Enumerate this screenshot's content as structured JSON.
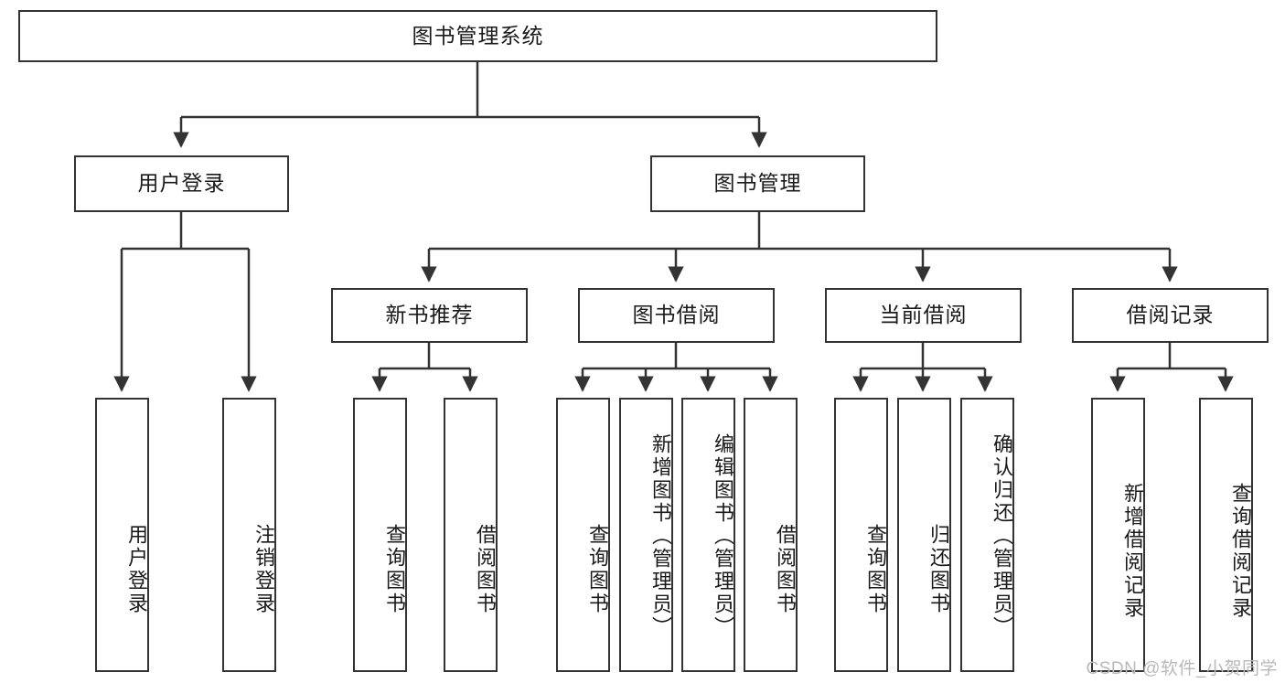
{
  "diagram": {
    "title": "图书管理系统",
    "type": "hierarchy-tree",
    "background_color": "#ffffff",
    "border_color": "#333333",
    "text_color": "#1a1a1a",
    "watermark": "CSDN @软件_小贺同学",
    "nodes": {
      "root": {
        "label": "图书管理系统"
      },
      "level2": [
        {
          "id": "user-login",
          "label": "用户登录"
        },
        {
          "id": "book-manage",
          "label": "图书管理"
        }
      ],
      "level3": [
        {
          "id": "new-book-recommend",
          "label": "新书推荐"
        },
        {
          "id": "book-borrow",
          "label": "图书借阅"
        },
        {
          "id": "current-borrow",
          "label": "当前借阅"
        },
        {
          "id": "borrow-record",
          "label": "借阅记录"
        }
      ],
      "leaves": {
        "user_login": [
          {
            "id": "leaf-user-login",
            "label": "用户登录"
          },
          {
            "id": "leaf-logout-login",
            "label": "注销登录"
          }
        ],
        "new_book_recommend": [
          {
            "id": "leaf-query-book-1",
            "label": "查询图书"
          },
          {
            "id": "leaf-borrow-book-1",
            "label": "借阅图书"
          }
        ],
        "book_borrow": [
          {
            "id": "leaf-query-book-2",
            "label": "查询图书"
          },
          {
            "id": "leaf-add-book",
            "label": "新增图书（管理员）"
          },
          {
            "id": "leaf-edit-book",
            "label": "编辑图书（管理员）"
          },
          {
            "id": "leaf-borrow-book-2",
            "label": "借阅图书"
          }
        ],
        "current_borrow": [
          {
            "id": "leaf-query-book-3",
            "label": "查询图书"
          },
          {
            "id": "leaf-return-book",
            "label": "归还图书"
          },
          {
            "id": "leaf-confirm-return",
            "label": "确认归还（管理员）"
          }
        ],
        "borrow_record": [
          {
            "id": "leaf-add-borrow-record",
            "label": "新增借阅记录"
          },
          {
            "id": "leaf-query-borrow-record",
            "label": "查询借阅记录"
          }
        ]
      }
    }
  }
}
